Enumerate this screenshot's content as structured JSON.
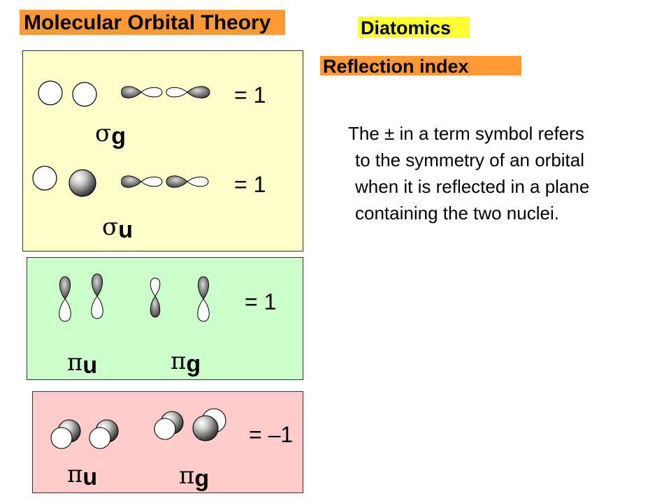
{
  "header": {
    "title": "Molecular Orbital Theory",
    "diatomics": "Diatomics",
    "reflection_index": "Reflection index"
  },
  "description": {
    "lines": [
      "The ± in a term symbol refers",
      "to the symmetry of an orbital",
      "when it is reflected in a plane",
      "containing the two nuclei."
    ]
  },
  "panels": {
    "sigma": {
      "row1": {
        "symbol": "σ",
        "subscript": "g",
        "value": "= 1"
      },
      "row2": {
        "symbol": "σ",
        "subscript": "u",
        "value": "= 1"
      }
    },
    "pi": {
      "value": "= 1",
      "left": {
        "symbol": "π",
        "subscript": "u"
      },
      "right": {
        "symbol": "π",
        "subscript": "g"
      }
    },
    "pi_side": {
      "value": "= –1",
      "left": {
        "symbol": "π",
        "subscript": "u"
      },
      "right": {
        "symbol": "π",
        "subscript": "g"
      }
    }
  },
  "colors": {
    "title_banner": "#ff9933",
    "diatomics_banner": "#ffff33",
    "reflection_banner": "#ff9933",
    "panel_sigma": "#ffffcc",
    "panel_pi": "#ccffcc",
    "panel_pi_side": "#ffcccc"
  }
}
